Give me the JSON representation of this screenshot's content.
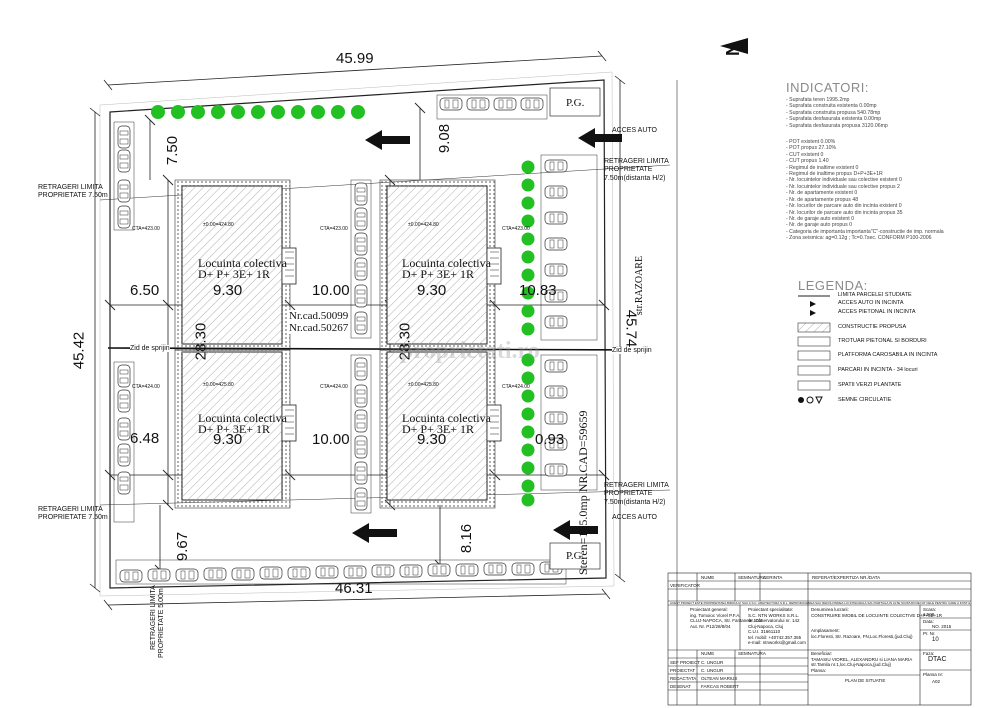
{
  "compass": {
    "letter": "N"
  },
  "dimensions": {
    "top": "45.99",
    "bottom": "46.31",
    "left": "45.42",
    "right": "45.74",
    "top_left_setback": "7.50",
    "top_center_setback": "9.08",
    "bottom_left_setback": "9.67",
    "bottom_center_setback": "8.16",
    "left_offset_top": "6.50",
    "left_offset_bottom": "6.48",
    "bldg_width_1": "9.30",
    "bldg_width_2": "9.30",
    "bldg_width_3": "9.30",
    "bldg_width_4": "9.30",
    "gap_top": "10.00",
    "gap_bottom": "10.00",
    "right_offset_top": "10.83",
    "right_offset_bottom": "0.93",
    "depth_left": "28.30",
    "depth_right": "28.30"
  },
  "buildings": {
    "name": "Locuinta colectiva",
    "levels": "D+ P+ 3E+ 1R",
    "elev_top": "±0.00=424.80",
    "elev_bottom": "±0.00=425.80",
    "cta_top_left": "CTA=423.00",
    "cta_top_mid": "CTA=423.00",
    "cta_bottom_left": "CTA=424.00",
    "cta_bottom_mid": "CTA=424.00",
    "cta_bottom_right": "CTA=424.00"
  },
  "site": {
    "cad_1": "Nr.cad.50099",
    "cad_2": "Nr.cad.50267",
    "retaining_wall": "Zid de sprijin",
    "street": "str.RAZOARE",
    "street_parcel": "Steren=105.0mp NR.CAD=59659",
    "pg_top": "P.G.",
    "pg_bottom": "P.G.",
    "access_top": "ACCES AUTO",
    "access_bottom": "ACCES AUTO",
    "setback_label_1": "RETRAGERI LIMITA",
    "setback_label_2": "PROPRIETATE 7.50m",
    "setback_right_1": "RETRAGERI LIMITA",
    "setback_right_2": "PROPRIETATE",
    "setback_right_3": "7.50m(distanta H/2)",
    "setback_bottom_1": "RETRAGERI LIMITA",
    "setback_bottom_2": "PROPRIETATE 5.00m",
    "watermark": "proprietati.ro"
  },
  "indicators": {
    "title": "INDICATORI:",
    "lines": [
      "- Suprafata teren   1995.2mp",
      "- Suprafata construita existenta   0.00mp",
      "- Suprafata construita propusa   540.78mp",
      "- Suprafata desfasurata existenta  0.00mp",
      "- Suprafata desfasurata propusa   3120.06mp",
      "",
      "- POT existent   0.00%",
      "- POT propus   27.10%",
      "- CUT existent   0",
      "- CUT propus   1.40",
      "- Regimul de inaltime existent   0",
      "- Regimul de inaltime propus   D+P+3E+1R",
      "- Nr. locuintelor individuale sau colective existent   0",
      "- Nr. locuintelor individuale sau colective propus   2",
      "- Nr. de apartamente existent   0",
      "- Nr. de apartamente propus   48",
      "- Nr. locurilor de parcare auto din incinta existent   0",
      "- Nr. locurilor de parcare auto din incinta propus   35",
      "- Nr. de garaje auto existent   0",
      "- Nr. de garaje auto propus   0",
      "- Categoria de importanta importanta\"C\"-constructie de imp. normala",
      "- Zona seismica:  ag=0.12g ; Tc=0.7sec. CONFORM P100-2006"
    ]
  },
  "legend": {
    "title": "LEGENDA:",
    "items": [
      "LIMITA PARCELEI STUDIATE",
      "ACCES AUTO IN INCINTA",
      "ACCES PIETONAL IN INCINTA",
      "CONSTRUCTIE PROPUSA",
      "TROTUAR PIETONAL SI BORDURI",
      "PLATFORMA CAROSABILA IN INCINTA",
      "PARCARI IN INCINTA  -  34 locuri",
      "SPATII VERZI PLANTATE",
      "SEMNE CIRCULATIE"
    ]
  },
  "title_block": {
    "h_nume": "NUME",
    "h_semnatura": "SEMNATURA",
    "h_cerinta": "CERINTA",
    "h_referat": "REFERAT/EXPERTIZA NR./DATA",
    "verificator": "VERIFICATOR",
    "copyright": "ACEST PROIECT ESTE PROPRIETATEA BIROULUI SAU A S.C. ARHITECTURA S.R.L. REPRODUCEREA SAU REFOLOSIREA LUI INTEGRALA SAU PARTIALA IN ALTE SCOPURI DECAT CELE PENTRU CARE A FOST ELABORAT, FARA ACORDUL S.C. NTN WORKS S.R.L.",
    "proiectant_general": "Proiectant general:",
    "proiectant_general_2": "ing. Tomoioc Viorel P.F.A.",
    "proiectant_general_3": "CLUJ-NAPOCA, Str. Fantanele 10/4",
    "proiectant_general_4": "Aut. Nr. P12/28/8/04",
    "proiectant_spec": "Proiectant specialitate:",
    "proiectant_spec_2": "S.C. NTN WORKS S.R.L.",
    "proiectant_spec_3": "str. Observatorului nr. 142",
    "proiectant_spec_4": "Cluj-Napoca, Cluj",
    "proiectant_spec_5": "C.U.I. 31661110",
    "proiectant_spec_6": "tel. mobil: +40742.357.355",
    "proiectant_spec_7": "e-mail: ntnworks@gmail.com",
    "denumire": "Denumirea lucrarii:",
    "denumire_2": "CONSTRUIRE IMOBIL DE LOCUINTE COLECTIVE D+P+3E+1R",
    "amplasament": "Amplasament:",
    "amplasament_2": "loc.Floresti, Str. Razoare, FN,Loc.Floresti,(jud.Cluj)",
    "beneficiar": "Beneficiar:",
    "beneficiar_2": "TAMASIU VIOREL, ALEXANDRU si LIANA MARIA",
    "beneficiar_3": "str.Tamila nr.1,loc.Cluj-Napoca,(jud.Cluj)",
    "planse": "Plansa:",
    "planse_2": "PLAN DE SITUATIE",
    "sefp": "SEF PROIECT",
    "sefp_name": "C. UNGUR",
    "proiectat": "PROIECTAT",
    "proiectat_name": "C. UNGUR",
    "redactat": "REDACTATA",
    "redactat_name": "OLTEAN MARIUS",
    "desenat": "DESENAT",
    "desenat_name": "FARCAS ROBERT",
    "scara": "Scara:",
    "scara_val": "1:500",
    "data": "Data:",
    "data_val": "NO. 2015",
    "pr_nr": "Pr. Nr.",
    "pr_nr_val": "10",
    "faza": "Faza:",
    "faza_val": "DTAC",
    "plansa_nr": "Plansa nr:",
    "plansa_nr_val": "A02"
  }
}
